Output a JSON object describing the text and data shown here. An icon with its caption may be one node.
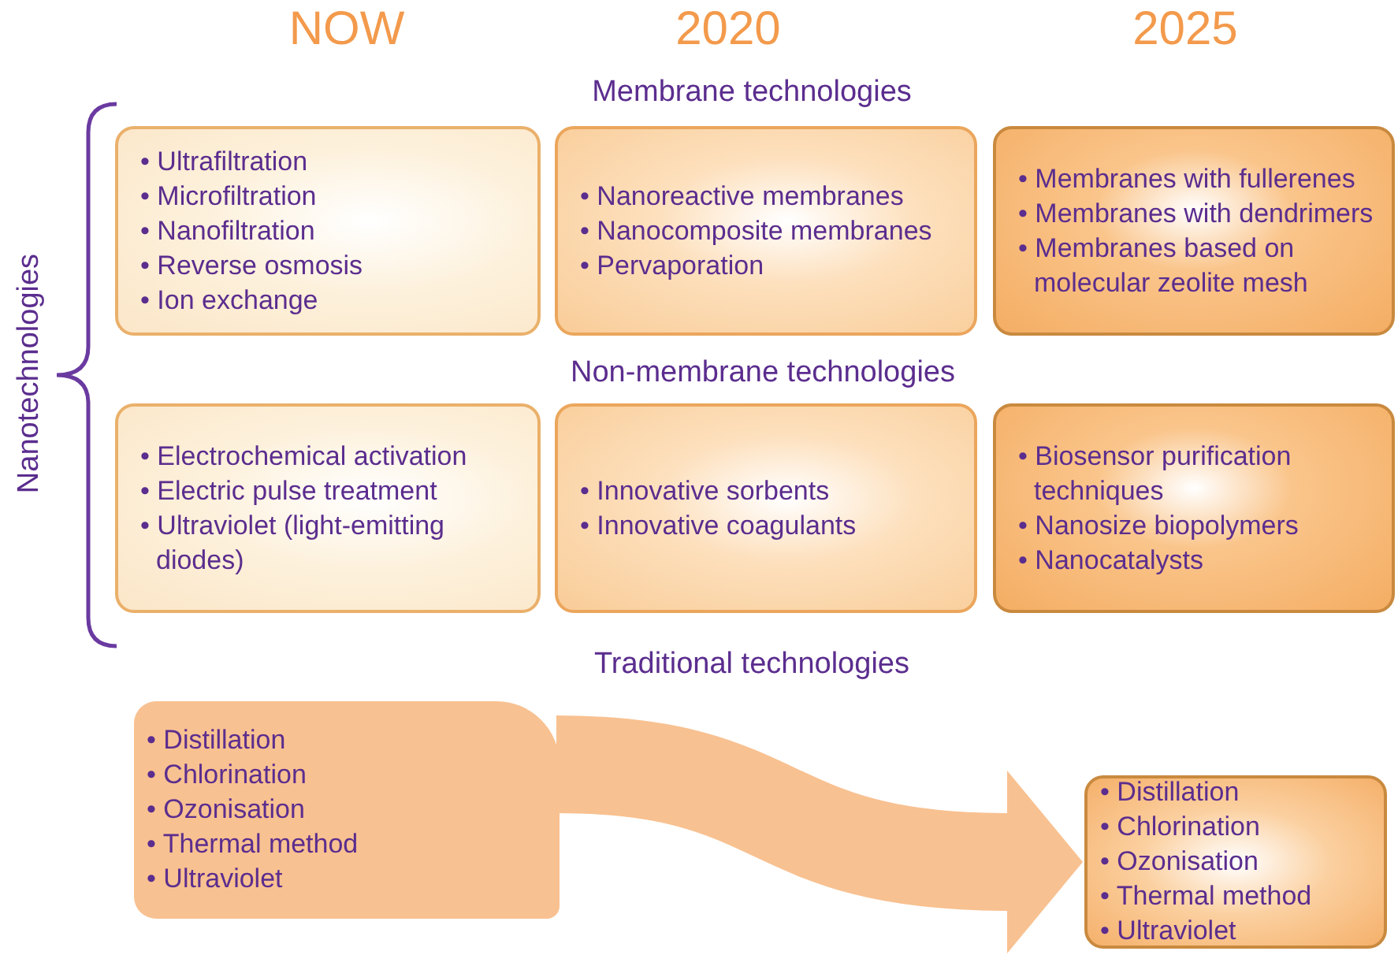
{
  "diagram": {
    "nodes": [
      {
        "text": [
          "• Ultrafiltration",
          "• Microfiltration",
          "• Nanofiltration",
          "• Reverse osmosis",
          "• Ion exchange"
        ]
      },
      {
        "text": [
          "• Nanoreactive membranes",
          "• Nanocomposite membranes",
          "• Pervaporation"
        ]
      },
      {
        "text": [
          "• Membranes with fullerenes",
          "• Membranes with dendrimers",
          "• Membranes based on molecular zeolite mesh"
        ]
      },
      {
        "text": [
          "• Electrochemical activation",
          "• Electric pulse treatment",
          "• Ultraviolet (light-emitting diodes)"
        ]
      },
      {
        "text": [
          "• Innovative sorbents",
          "• Innovative coagulants"
        ]
      },
      {
        "text": [
          "• Biosensor purification techniques",
          "• Nanosize biopolymers",
          "• Nanocatalysts"
        ]
      },
      {
        "text": [
          "• Distillation",
          "• Chlorination",
          "• Ozonisation",
          "• Thermal method",
          "• Ultraviolet"
        ]
      },
      {
        "text": [
          "• Distillation",
          "• Chlorination",
          "• Ozonisation",
          "• Thermal method",
          "• Ultraviolet"
        ]
      }
    ],
    "edges": [
      {
        "from": 6,
        "to": 7,
        "arrow": "to",
        "color": "#f8c191"
      }
    ],
    "labels": [
      "NOW",
      "2020",
      "2025",
      "Membrane technologies",
      "Nanotechnologies",
      "Non-membrane technologies",
      "Traditional technologies"
    ]
  }
}
